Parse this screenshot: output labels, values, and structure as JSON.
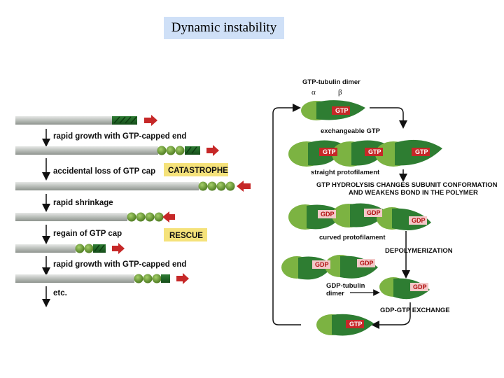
{
  "title": "Dynamic instability",
  "left_panel": {
    "steps": [
      "rapid growth with GTP-capped end",
      "accidental loss of GTP cap",
      "rapid shrinkage",
      "regain of GTP cap",
      "rapid growth with GTP-capped end",
      "etc."
    ],
    "catastrophe_label": "CATASTROPHE",
    "rescue_label": "RESCUE"
  },
  "right_panel": {
    "dimer_title": "GTP-tubulin dimer",
    "alpha": "α",
    "beta": "β",
    "gtp": "GTP",
    "gdp": "GDP",
    "exchangeable": "exchangeable GTP",
    "straight": "straight protofilament",
    "hydrolysis_line1": "GTP HYDROLYSIS CHANGES SUBUNIT CONFORMATION",
    "hydrolysis_line2": "AND WEAKENS BOND IN THE POLYMER",
    "curved": "curved protofilament",
    "depoly": "DEPOLYMERIZATION",
    "gdp_dimer_line1": "GDP-tubulin",
    "gdp_dimer_line2": "dimer",
    "exchange": "GDP-GTP EXCHANGE"
  },
  "colors": {
    "title_bg": "#cfe0f7",
    "tubulin_dark": "#2e7d32",
    "tubulin_light": "#7cb342",
    "gtp_cap": "#1b5e20",
    "gtp_tag": "#c62828",
    "gdp_tag": "#f3c9c9",
    "arrow_red": "#c62828",
    "label_box": "#f5e27a",
    "microtubule": "#b9bdb9"
  }
}
